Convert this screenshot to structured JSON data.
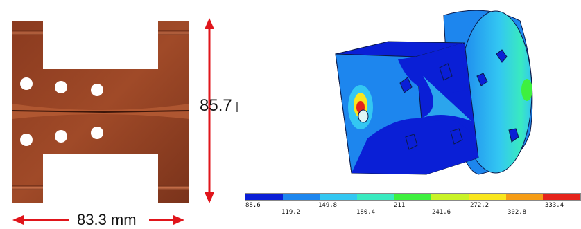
{
  "dimensions": {
    "height_label": "85.7",
    "width_label": "83.3 mm"
  },
  "legend": {
    "colors": [
      "#0a1fd6",
      "#1d86ee",
      "#33c7f2",
      "#39eac0",
      "#3ef03f",
      "#c9f326",
      "#f9e61c",
      "#f59c15",
      "#e5231b"
    ],
    "row1": [
      "88.6",
      "149.8",
      "211",
      "272.2",
      "333.4"
    ],
    "row2": [
      "119.2",
      "180.4",
      "241.6",
      "302.8"
    ]
  }
}
